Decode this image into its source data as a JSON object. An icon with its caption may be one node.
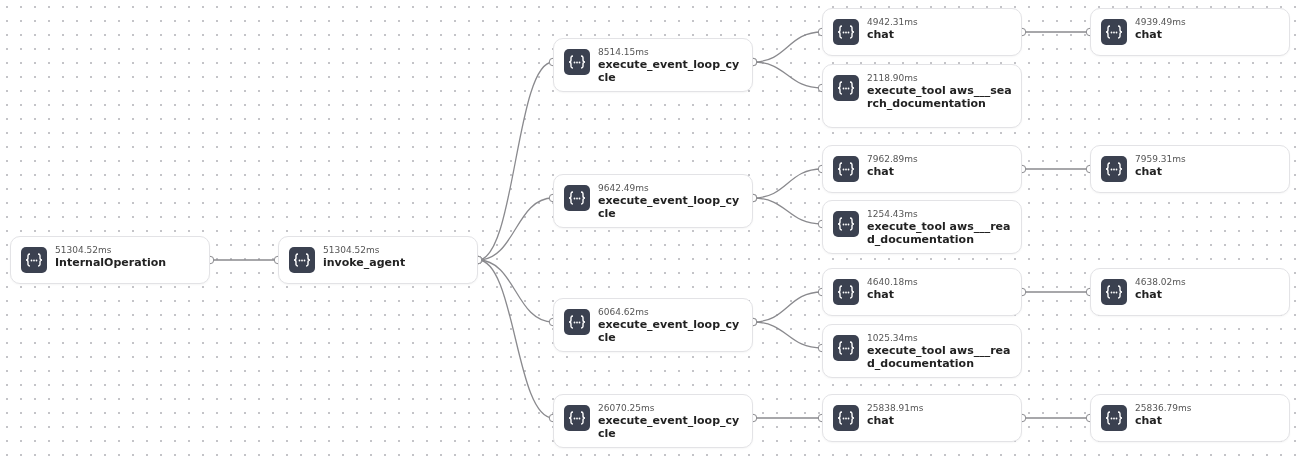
{
  "diagram": {
    "nodes": [
      {
        "text": [
          "51304.52ms",
          "InternalOperation"
        ]
      },
      {
        "text": [
          "51304.52ms",
          "invoke_agent"
        ]
      },
      {
        "text": [
          "8514.15ms",
          "execute_event_loop_cycle"
        ]
      },
      {
        "text": [
          "9642.49ms",
          "execute_event_loop_cycle"
        ]
      },
      {
        "text": [
          "6064.62ms",
          "execute_event_loop_cycle"
        ]
      },
      {
        "text": [
          "26070.25ms",
          "execute_event_loop_cycle"
        ]
      },
      {
        "text": [
          "4942.31ms",
          "chat"
        ]
      },
      {
        "text": [
          "2118.90ms",
          "execute_tool aws___search_documentation"
        ]
      },
      {
        "text": [
          "7962.89ms",
          "chat"
        ]
      },
      {
        "text": [
          "1254.43ms",
          "execute_tool aws___read_documentation"
        ]
      },
      {
        "text": [
          "4640.18ms",
          "chat"
        ]
      },
      {
        "text": [
          "1025.34ms",
          "execute_tool aws___read_documentation"
        ]
      },
      {
        "text": [
          "25838.91ms",
          "chat"
        ]
      },
      {
        "text": [
          "4939.49ms",
          "chat"
        ]
      },
      {
        "text": [
          "7959.31ms",
          "chat"
        ]
      },
      {
        "text": [
          "4638.02ms",
          "chat"
        ]
      },
      {
        "text": [
          "25836.79ms",
          "chat"
        ]
      }
    ],
    "edges": [
      {
        "from": 0,
        "to": 1,
        "arrow": "other"
      },
      {
        "from": 1,
        "to": 2,
        "arrow": "other"
      },
      {
        "from": 1,
        "to": 3,
        "arrow": "other"
      },
      {
        "from": 1,
        "to": 4,
        "arrow": "other"
      },
      {
        "from": 1,
        "to": 5,
        "arrow": "other"
      },
      {
        "from": 2,
        "to": 6,
        "arrow": "other"
      },
      {
        "from": 2,
        "to": 7,
        "arrow": "other"
      },
      {
        "from": 3,
        "to": 8,
        "arrow": "other"
      },
      {
        "from": 3,
        "to": 9,
        "arrow": "other"
      },
      {
        "from": 4,
        "to": 10,
        "arrow": "other"
      },
      {
        "from": 4,
        "to": 11,
        "arrow": "other"
      },
      {
        "from": 5,
        "to": 12,
        "arrow": "other"
      },
      {
        "from": 6,
        "to": 13,
        "arrow": "other"
      },
      {
        "from": 8,
        "to": 14,
        "arrow": "other"
      },
      {
        "from": 10,
        "to": 15,
        "arrow": "other"
      },
      {
        "from": 12,
        "to": 16,
        "arrow": "other"
      }
    ]
  }
}
